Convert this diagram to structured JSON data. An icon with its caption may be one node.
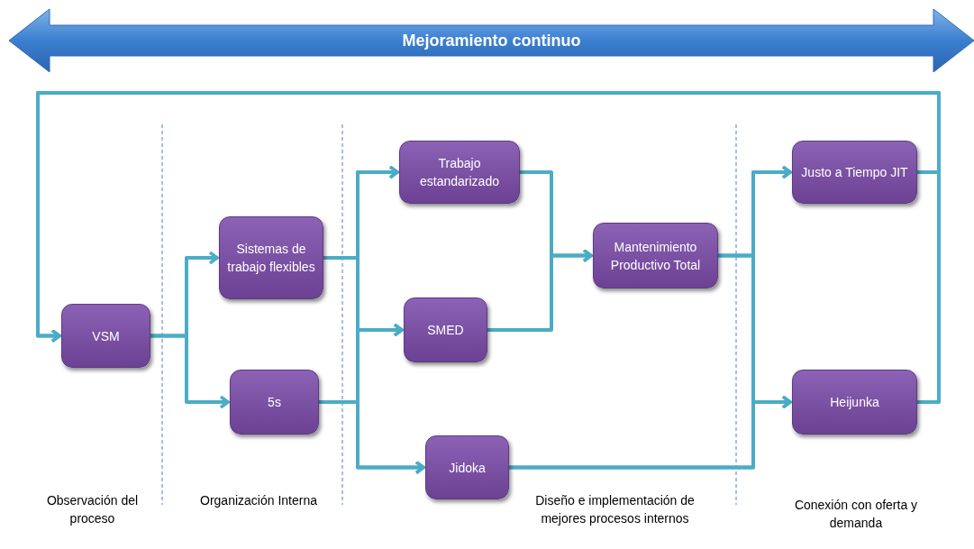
{
  "diagram": {
    "nodes": [
      {
        "text": [
          "Mejoramiento continuo"
        ]
      },
      {
        "text": [
          "VSM"
        ]
      },
      {
        "text": [
          "Sistemas de trabajo flexibles"
        ]
      },
      {
        "text": [
          "5s"
        ]
      },
      {
        "text": [
          "Trabajo estandarizado"
        ]
      },
      {
        "text": [
          "SMED"
        ]
      },
      {
        "text": [
          "Jidoka"
        ]
      },
      {
        "text": [
          "Mantenimiento Productivo Total"
        ]
      },
      {
        "text": [
          "Justo a Tiempo JIT"
        ]
      },
      {
        "text": [
          "Heijunka"
        ]
      }
    ],
    "edges": [
      {
        "from": 1,
        "to": 2,
        "arrow": "to"
      },
      {
        "from": 1,
        "to": 3,
        "arrow": "to"
      },
      {
        "from": 2,
        "to": 4,
        "arrow": "to"
      },
      {
        "from": 2,
        "to": 5,
        "arrow": "to"
      },
      {
        "from": 2,
        "to": 6,
        "arrow": "to"
      },
      {
        "from": 3,
        "to": 4,
        "arrow": "to"
      },
      {
        "from": 3,
        "to": 5,
        "arrow": "to"
      },
      {
        "from": 3,
        "to": 6,
        "arrow": "to"
      },
      {
        "from": 4,
        "to": 7,
        "arrow": "to"
      },
      {
        "from": 5,
        "to": 7,
        "arrow": "to"
      },
      {
        "from": 7,
        "to": 8,
        "arrow": "to"
      },
      {
        "from": 7,
        "to": 9,
        "arrow": "to"
      },
      {
        "from": 6,
        "to": 8,
        "arrow": "to"
      },
      {
        "from": 6,
        "to": 9,
        "arrow": "to"
      },
      {
        "from": 8,
        "to": 1,
        "arrow": "to"
      },
      {
        "from": 9,
        "to": 1,
        "arrow": "to"
      }
    ],
    "labels": [
      "Observación del proceso",
      "Organización Interna",
      "Diseño e implementación de mejores procesos internos",
      "Conexión con oferta y demanda"
    ]
  }
}
